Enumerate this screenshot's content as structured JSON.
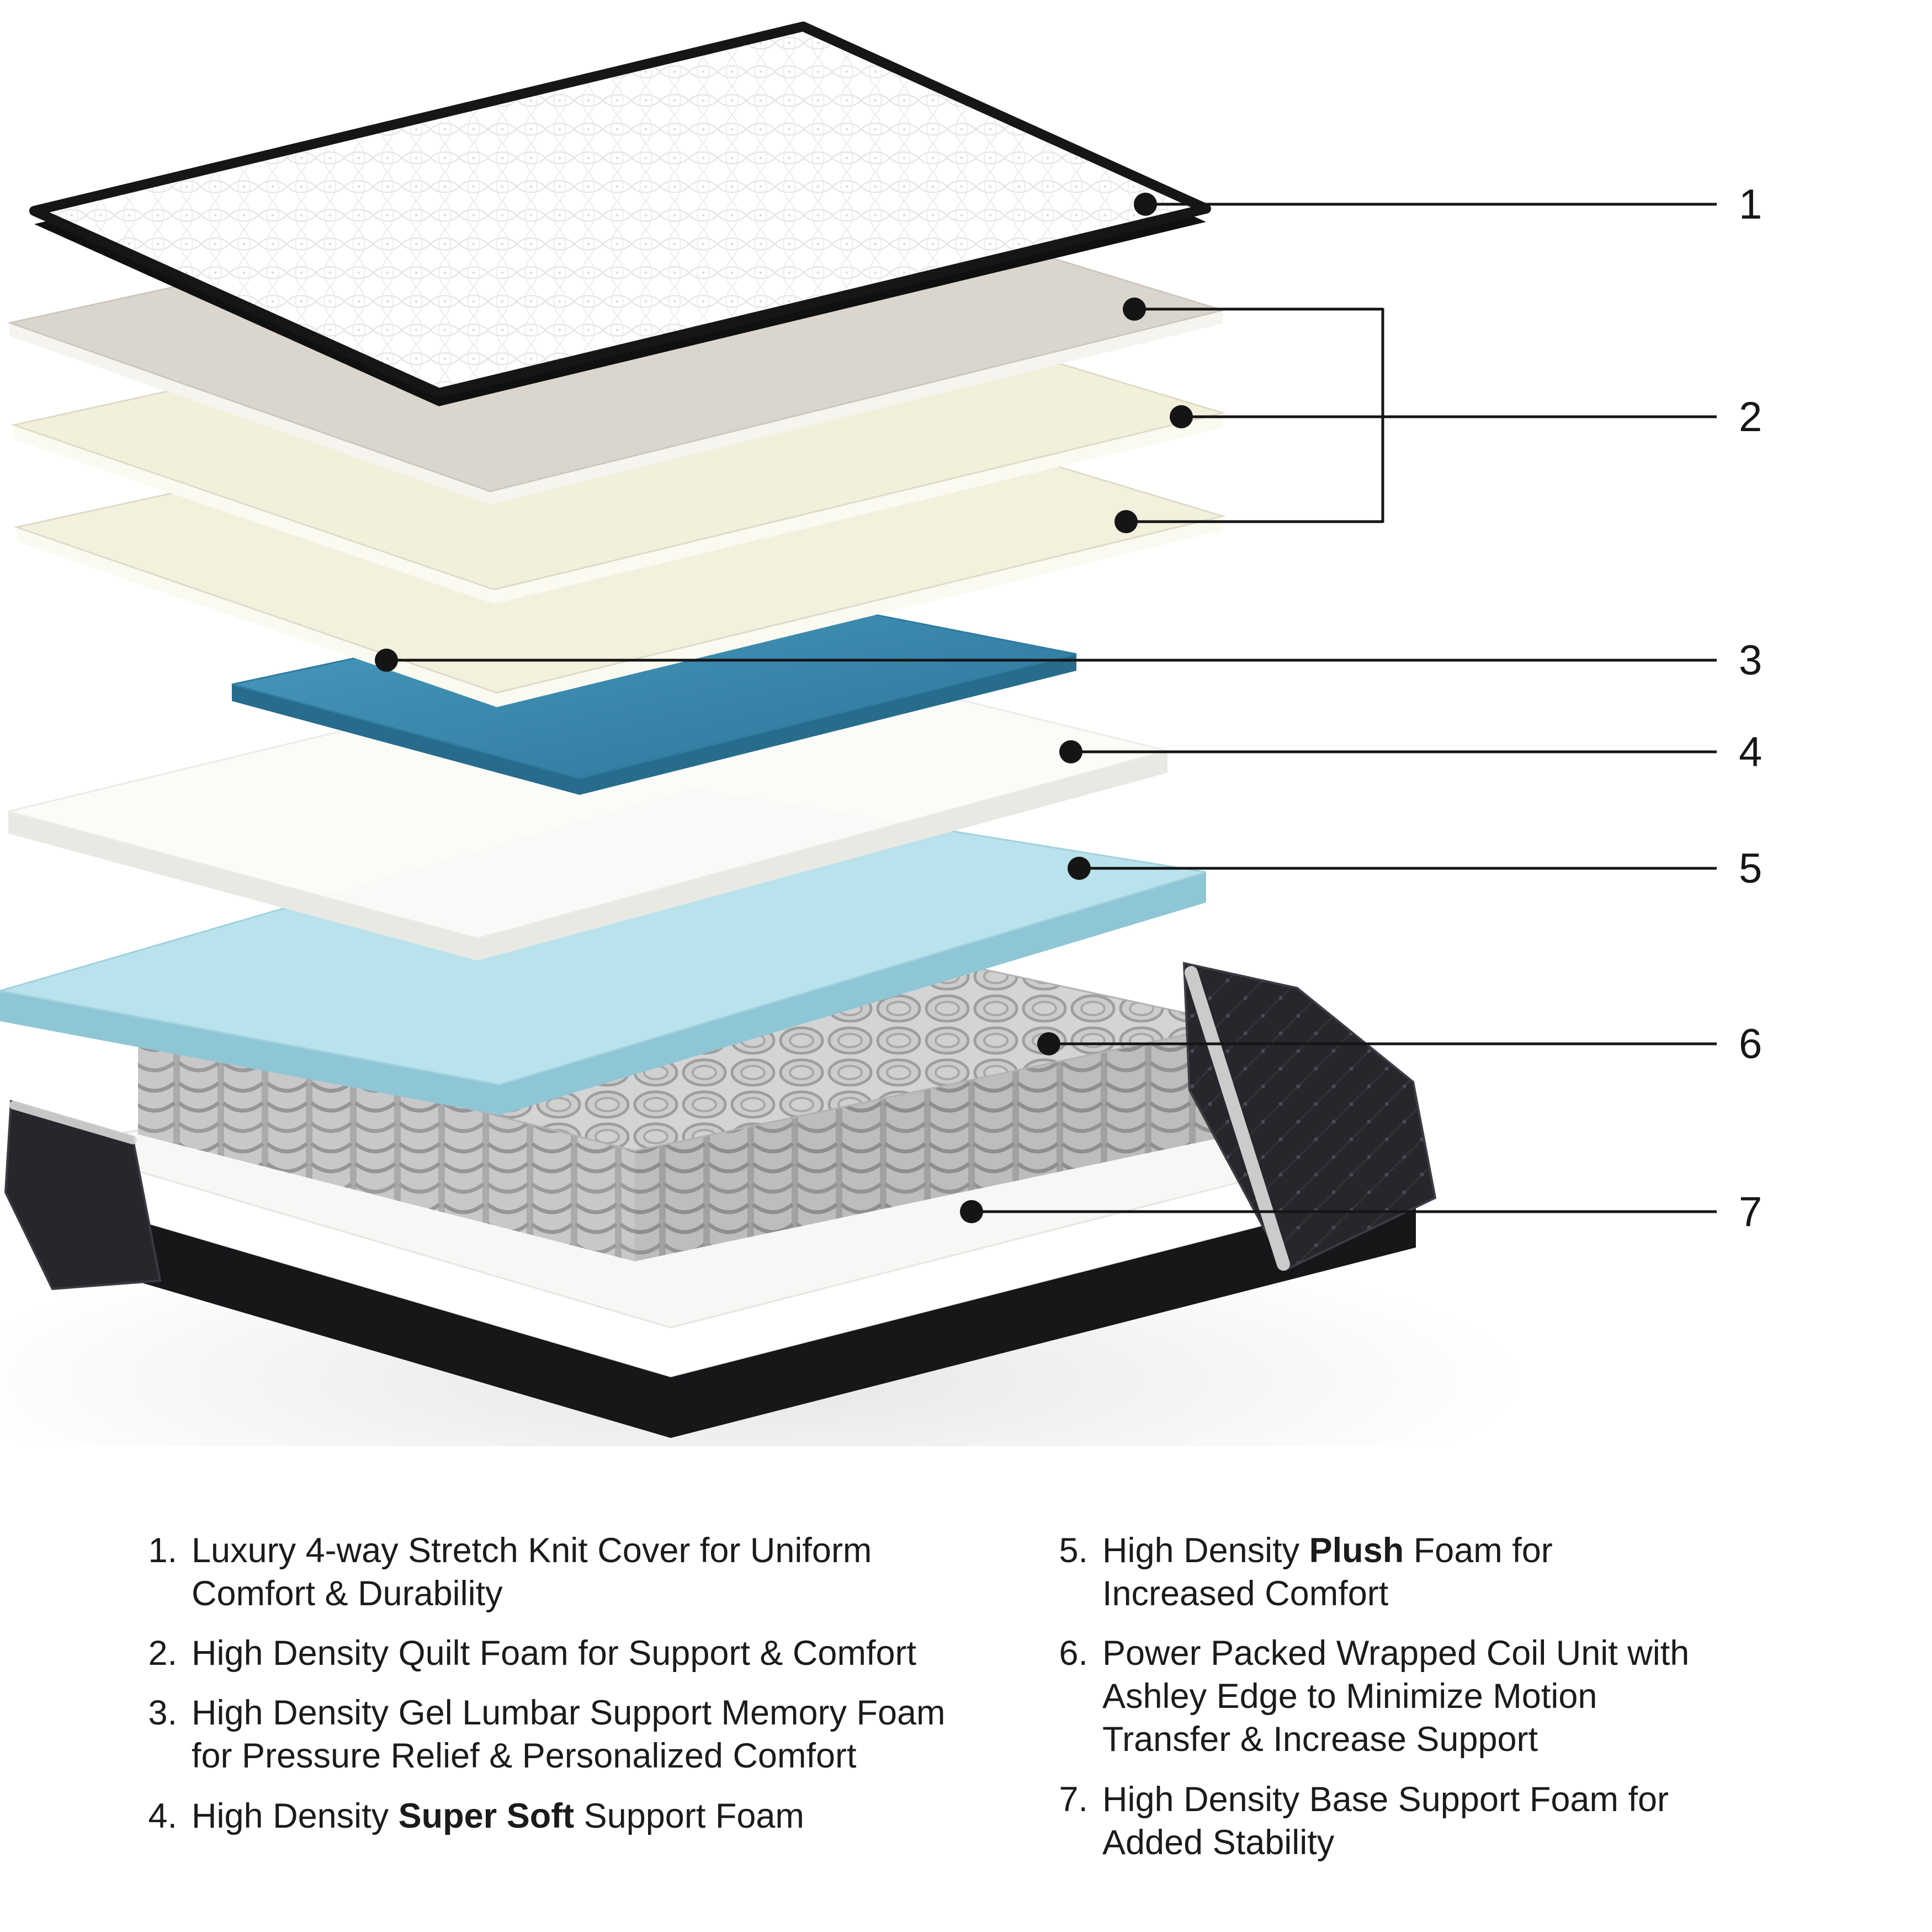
{
  "figure": {
    "type": "exploded-mattress-layer-diagram",
    "callouts": [
      "1",
      "2",
      "3",
      "4",
      "5",
      "6",
      "7"
    ]
  },
  "colors": {
    "gel_top_start": "#4a9ec2",
    "gel_top_end": "#2b7397",
    "gel_side": "#276b8d",
    "plush_top": "#b9e2ec",
    "plush_side": "#8fc6d6",
    "quilt_cream_1": "#f2efdb",
    "quilt_cream_2": "#f3f0dd",
    "quilt_gray": "#dbd6cd",
    "coil_gray": "#c8c8c8",
    "border_fabric": "#26262c",
    "base_foam_white": "#f7f7f5",
    "callout_line": "#151515"
  },
  "legend": {
    "left": [
      {
        "num": "1.",
        "parts": [
          {
            "t": "Luxury 4-way Stretch Knit Cover for Uniform"
          },
          {
            "t": "Comfort & Durability",
            "br": true
          }
        ]
      },
      {
        "num": "2.",
        "parts": [
          {
            "t": "High Density Quilt Foam for Support & Comfort"
          }
        ]
      },
      {
        "num": "3.",
        "parts": [
          {
            "t": "High Density Gel Lumbar Support Memory Foam"
          },
          {
            "t": "for Pressure Relief & Personalized Comfort",
            "br": true
          }
        ]
      },
      {
        "num": "4.",
        "parts": [
          {
            "t": "High Density "
          },
          {
            "t": "Super Soft",
            "bold": true
          },
          {
            "t": " Support Foam"
          }
        ]
      }
    ],
    "right": [
      {
        "num": "5.",
        "parts": [
          {
            "t": "High Density "
          },
          {
            "t": "Plush",
            "bold": true
          },
          {
            "t": " Foam for"
          },
          {
            "t": "Increased Comfort",
            "br": true
          }
        ]
      },
      {
        "num": "6.",
        "parts": [
          {
            "t": "Power Packed Wrapped Coil Unit with"
          },
          {
            "t": "Ashley Edge to Minimize Motion",
            "br": true
          },
          {
            "t": "Transfer & Increase Support",
            "br": true
          }
        ]
      },
      {
        "num": "7.",
        "parts": [
          {
            "t": "High Density Base Support Foam for"
          },
          {
            "t": "Added Stability",
            "br": true
          }
        ]
      }
    ]
  }
}
